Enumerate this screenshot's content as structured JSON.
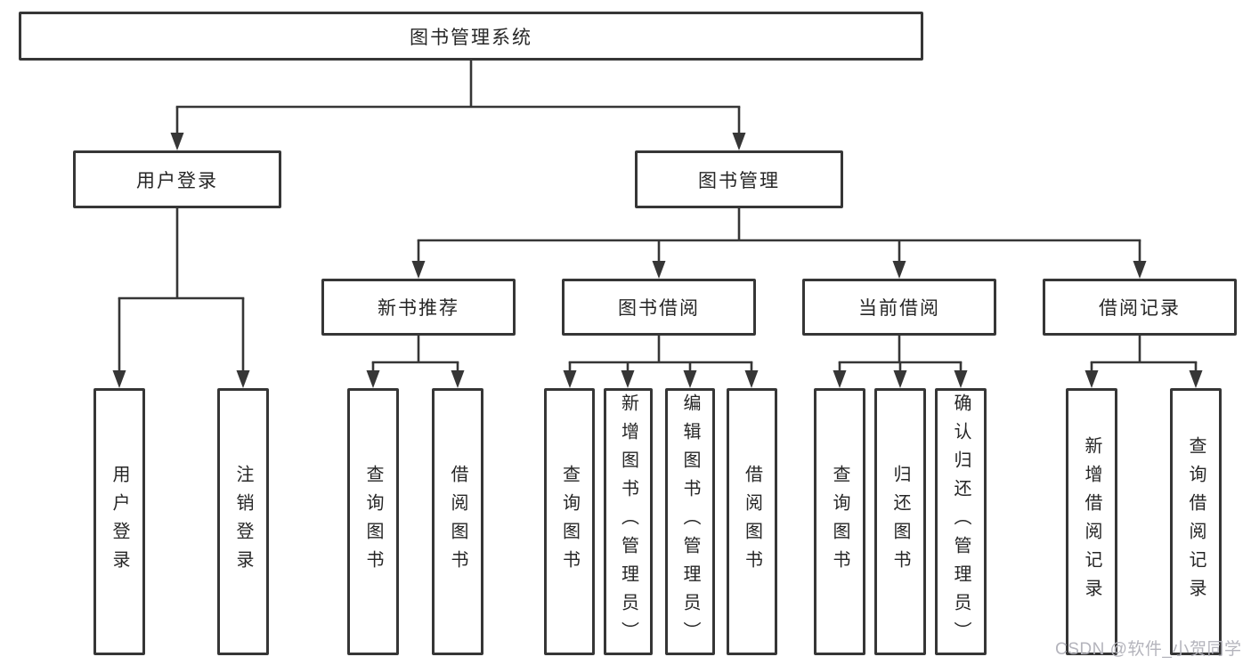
{
  "diagram": {
    "root": {
      "label": "图书管理系统"
    },
    "level2": {
      "user_login": {
        "label": "用户登录"
      },
      "book_mgmt": {
        "label": "图书管理"
      }
    },
    "level3": {
      "new_book_rec": {
        "label": "新书推荐"
      },
      "book_borrow": {
        "label": "图书借阅"
      },
      "current_borrow": {
        "label": "当前借阅"
      },
      "borrow_records": {
        "label": "借阅记录"
      }
    },
    "leaves": {
      "user_login": [
        {
          "label": "用户登录"
        },
        {
          "label": "注销登录"
        }
      ],
      "new_book_rec": [
        {
          "label": "查询图书"
        },
        {
          "label": "借阅图书"
        }
      ],
      "book_borrow": [
        {
          "label": "查询图书"
        },
        {
          "label": "新增图书（管理员）"
        },
        {
          "label": "编辑图书（管理员）"
        },
        {
          "label": "借阅图书"
        }
      ],
      "current_borrow": [
        {
          "label": "查询图书"
        },
        {
          "label": "归还图书"
        },
        {
          "label": "确认归还（管理员）"
        }
      ],
      "borrow_records": [
        {
          "label": "新增借阅记录"
        },
        {
          "label": "查询借阅记录"
        }
      ]
    }
  },
  "watermark": {
    "text": "CSDN @软件_小贺同学"
  },
  "colors": {
    "line": "#363636",
    "box_border": "#363636",
    "text": "#262626",
    "watermark": "#b4b4bc",
    "background": "#ffffff"
  }
}
